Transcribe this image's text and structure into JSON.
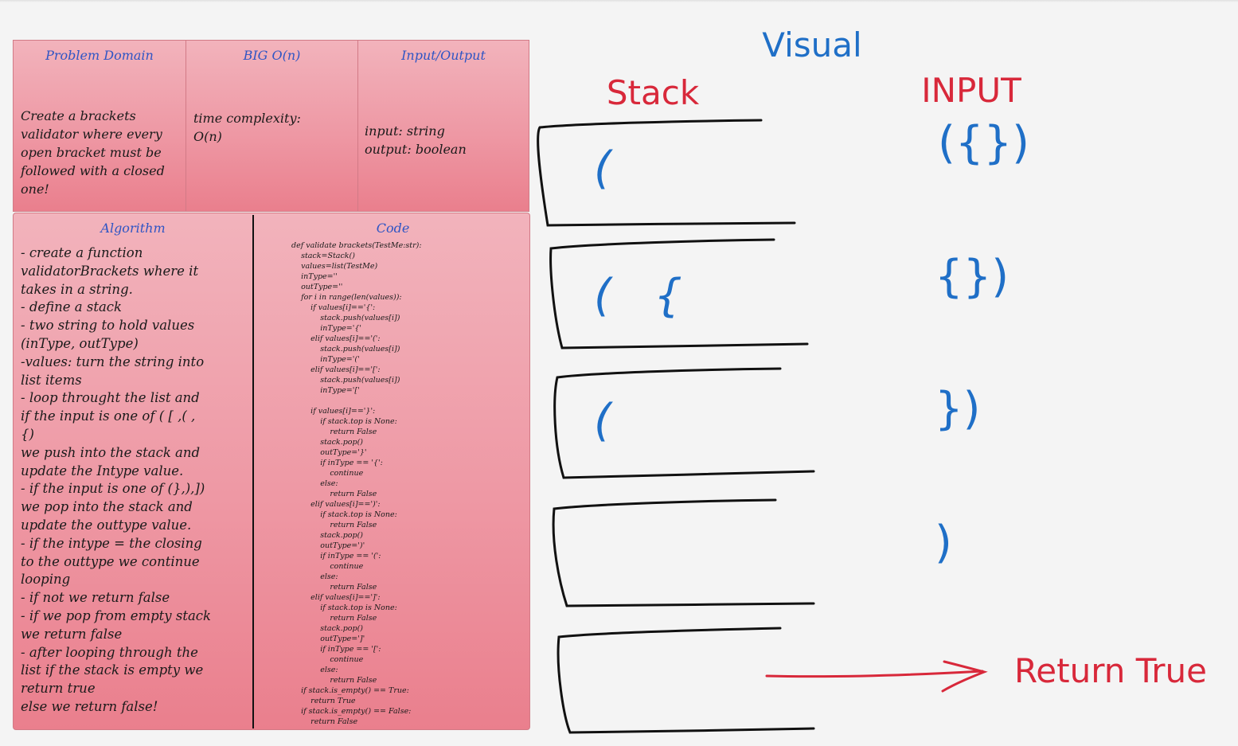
{
  "cards": {
    "problem": {
      "title": "Problem Domain",
      "lines": [
        "Create a brackets",
        "validator where every",
        "open bracket must be",
        "followed with a closed",
        "one!"
      ]
    },
    "bigo": {
      "title": "BIG O(n)",
      "lines": [
        "time complexity:",
        "O(n)"
      ]
    },
    "io": {
      "title": "Input/Output",
      "lines": [
        "input: string",
        "output: boolean"
      ]
    },
    "algorithm": {
      "title": "Algorithm",
      "lines": [
        "- create a function",
        "validatorBrackets where it",
        "takes in a string.",
        "- define a stack",
        "- two string to hold values",
        "(inType, outType)",
        "-values: turn the string into",
        "list items",
        "- loop throught the list and",
        "if the input is one of ( [ ,( ,",
        "{)",
        "we push into the stack and",
        "update the Intype value.",
        "- if the input is one of (},),])",
        "we pop into the stack and",
        "update the outtype value.",
        "- if the intype = the closing",
        "to the outtype we continue",
        "looping",
        "- if not we return false",
        "- if we pop from empty stack",
        "we return false",
        "- after looping through the",
        "list if the stack is empty we",
        "return true",
        "else we return false!"
      ]
    },
    "code": {
      "title": "Code",
      "lines": [
        "def validate brackets(TestMe:str):",
        "    stack=Stack()",
        "    values=list(TestMe)",
        "    inType=''",
        "    outType=''",
        "    for i in range(len(values)):",
        "        if values[i]=='{':",
        "            stack.push(values[i])",
        "            inType='{'",
        "        elif values[i]=='(':",
        "            stack.push(values[i])",
        "            inType='('",
        "        elif values[i]=='[':",
        "            stack.push(values[i])",
        "            inType='['",
        "",
        "        if values[i]=='}':",
        "            if stack.top is None:",
        "                return False",
        "            stack.pop()",
        "            outType='}'",
        "            if inType == '{':",
        "                continue",
        "            else:",
        "                return False",
        "        elif values[i]==')':",
        "            if stack.top is None:",
        "                return False",
        "            stack.pop()",
        "            outType=')'",
        "            if inType == '(':",
        "                continue",
        "            else:",
        "                return False",
        "        elif values[i]==']':",
        "            if stack.top is None:",
        "                return False",
        "            stack.pop()",
        "            outType=']'",
        "            if inType == '[':",
        "                continue",
        "            else:",
        "                return False",
        "    if stack.is_empty() == True:",
        "        return True",
        "    if stack.is_empty() == False:",
        "        return False"
      ]
    }
  },
  "visual": {
    "title": "Visual",
    "stack_label": "Stack",
    "input_label": "INPUT",
    "stack_contents": [
      "(",
      "(   {",
      "(",
      "",
      ""
    ],
    "inputs": [
      "({})",
      "{})",
      "})",
      ")"
    ],
    "result": "Return True"
  },
  "colors": {
    "title_blue": "#2f55c4",
    "ink_blue": "#1f6fc7",
    "ink_red": "#d8283a",
    "card_top": "#f2b3bc",
    "card_bottom": "#ea7f8d"
  }
}
